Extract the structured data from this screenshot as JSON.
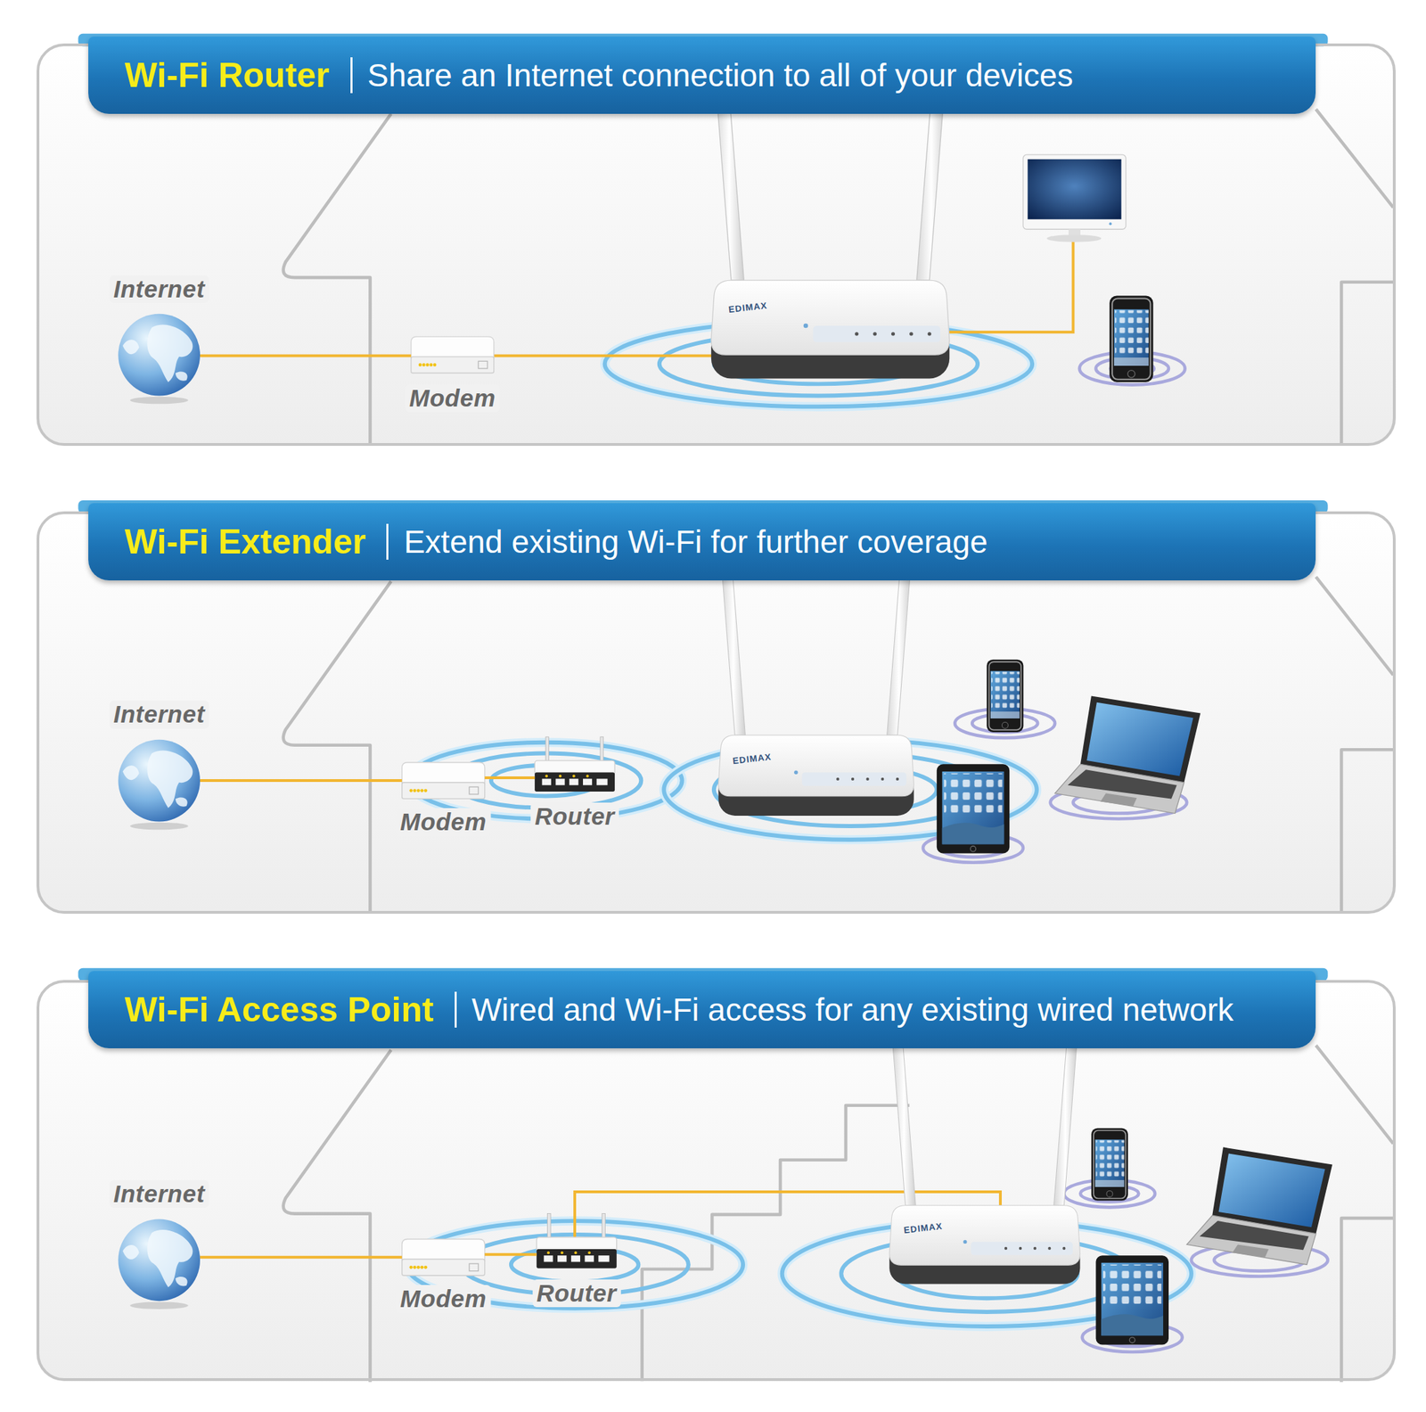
{
  "diagram": {
    "nodes": [
      {
        "text": [
          "Wi-Fi Router",
          "Share an Internet connection to all of your devices"
        ]
      },
      {
        "text": [
          "Internet"
        ],
        "in": 0
      },
      {
        "text": [
          "Modem"
        ],
        "in": 0
      },
      {
        "text": [
          "Wi-Fi Extender",
          "Extend existing Wi-Fi for further coverage"
        ]
      },
      {
        "text": [
          "Internet"
        ],
        "in": 3
      },
      {
        "text": [
          "Modem"
        ],
        "in": 3
      },
      {
        "text": [
          "Router"
        ],
        "in": 3
      },
      {
        "text": [
          "Wi-Fi Access Point",
          "Wired and Wi-Fi access for any existing wired network"
        ]
      },
      {
        "text": [
          "Internet"
        ],
        "in": 7
      },
      {
        "text": [
          "Modem"
        ],
        "in": 7
      },
      {
        "text": [
          "Router"
        ],
        "in": 7
      }
    ],
    "edges": [
      {
        "from": 1,
        "to": 2,
        "arrow": "none"
      },
      {
        "from": 4,
        "to": 5,
        "arrow": "none"
      },
      {
        "from": 5,
        "to": 6,
        "arrow": "none"
      },
      {
        "from": 8,
        "to": 9,
        "arrow": "none"
      },
      {
        "from": 9,
        "to": 10,
        "arrow": "none"
      }
    ],
    "labels": [
      "EDIMAX",
      "EDIMAX",
      "EDIMAX"
    ]
  }
}
